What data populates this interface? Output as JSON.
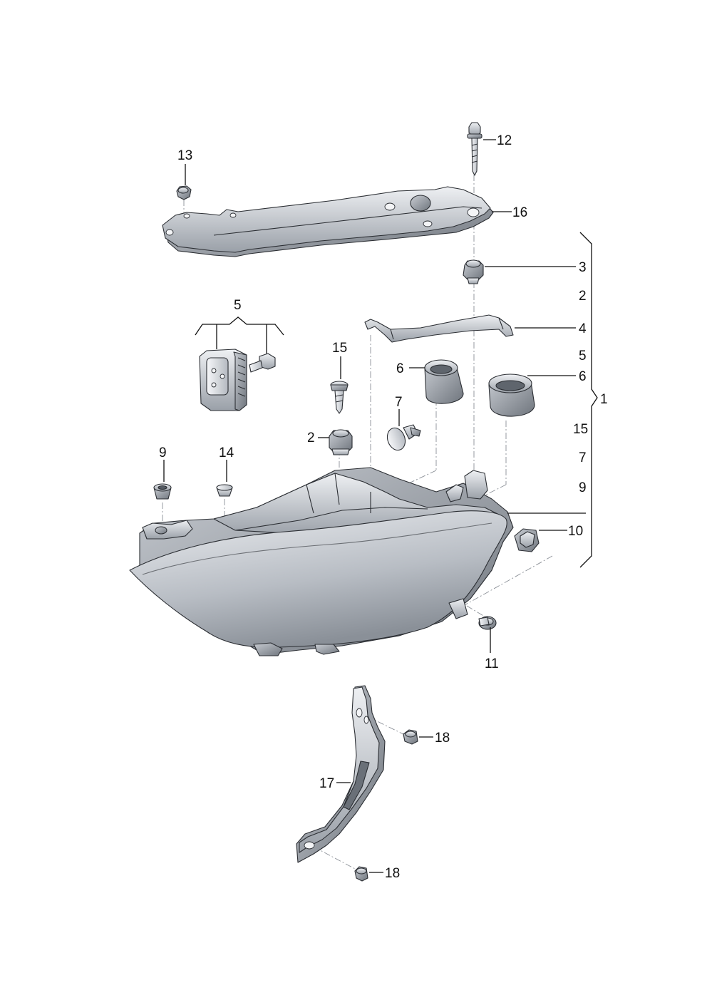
{
  "diagram": {
    "parts": [
      {
        "id": "1",
        "label": "1"
      },
      {
        "id": "2",
        "label": "2"
      },
      {
        "id": "3",
        "label": "3"
      },
      {
        "id": "4",
        "label": "4"
      },
      {
        "id": "5",
        "label": "5"
      },
      {
        "id": "6",
        "label": "6"
      },
      {
        "id": "7",
        "label": "7"
      },
      {
        "id": "9",
        "label": "9"
      },
      {
        "id": "10",
        "label": "10"
      },
      {
        "id": "11",
        "label": "11"
      },
      {
        "id": "12",
        "label": "12"
      },
      {
        "id": "13",
        "label": "13"
      },
      {
        "id": "14",
        "label": "14"
      },
      {
        "id": "15",
        "label": "15"
      },
      {
        "id": "16",
        "label": "16"
      },
      {
        "id": "17",
        "label": "17"
      },
      {
        "id": "18",
        "label": "18"
      }
    ],
    "bracket_1_components": [
      "3",
      "2",
      "4",
      "5",
      "6",
      "15",
      "7",
      "9",
      "10"
    ]
  },
  "colors": {
    "line": "#111111",
    "metal_light": "#eef0f3",
    "metal_dark": "#8e949c",
    "lens_light": "#f6f7f9",
    "lens_dark": "#9aa0a8"
  }
}
